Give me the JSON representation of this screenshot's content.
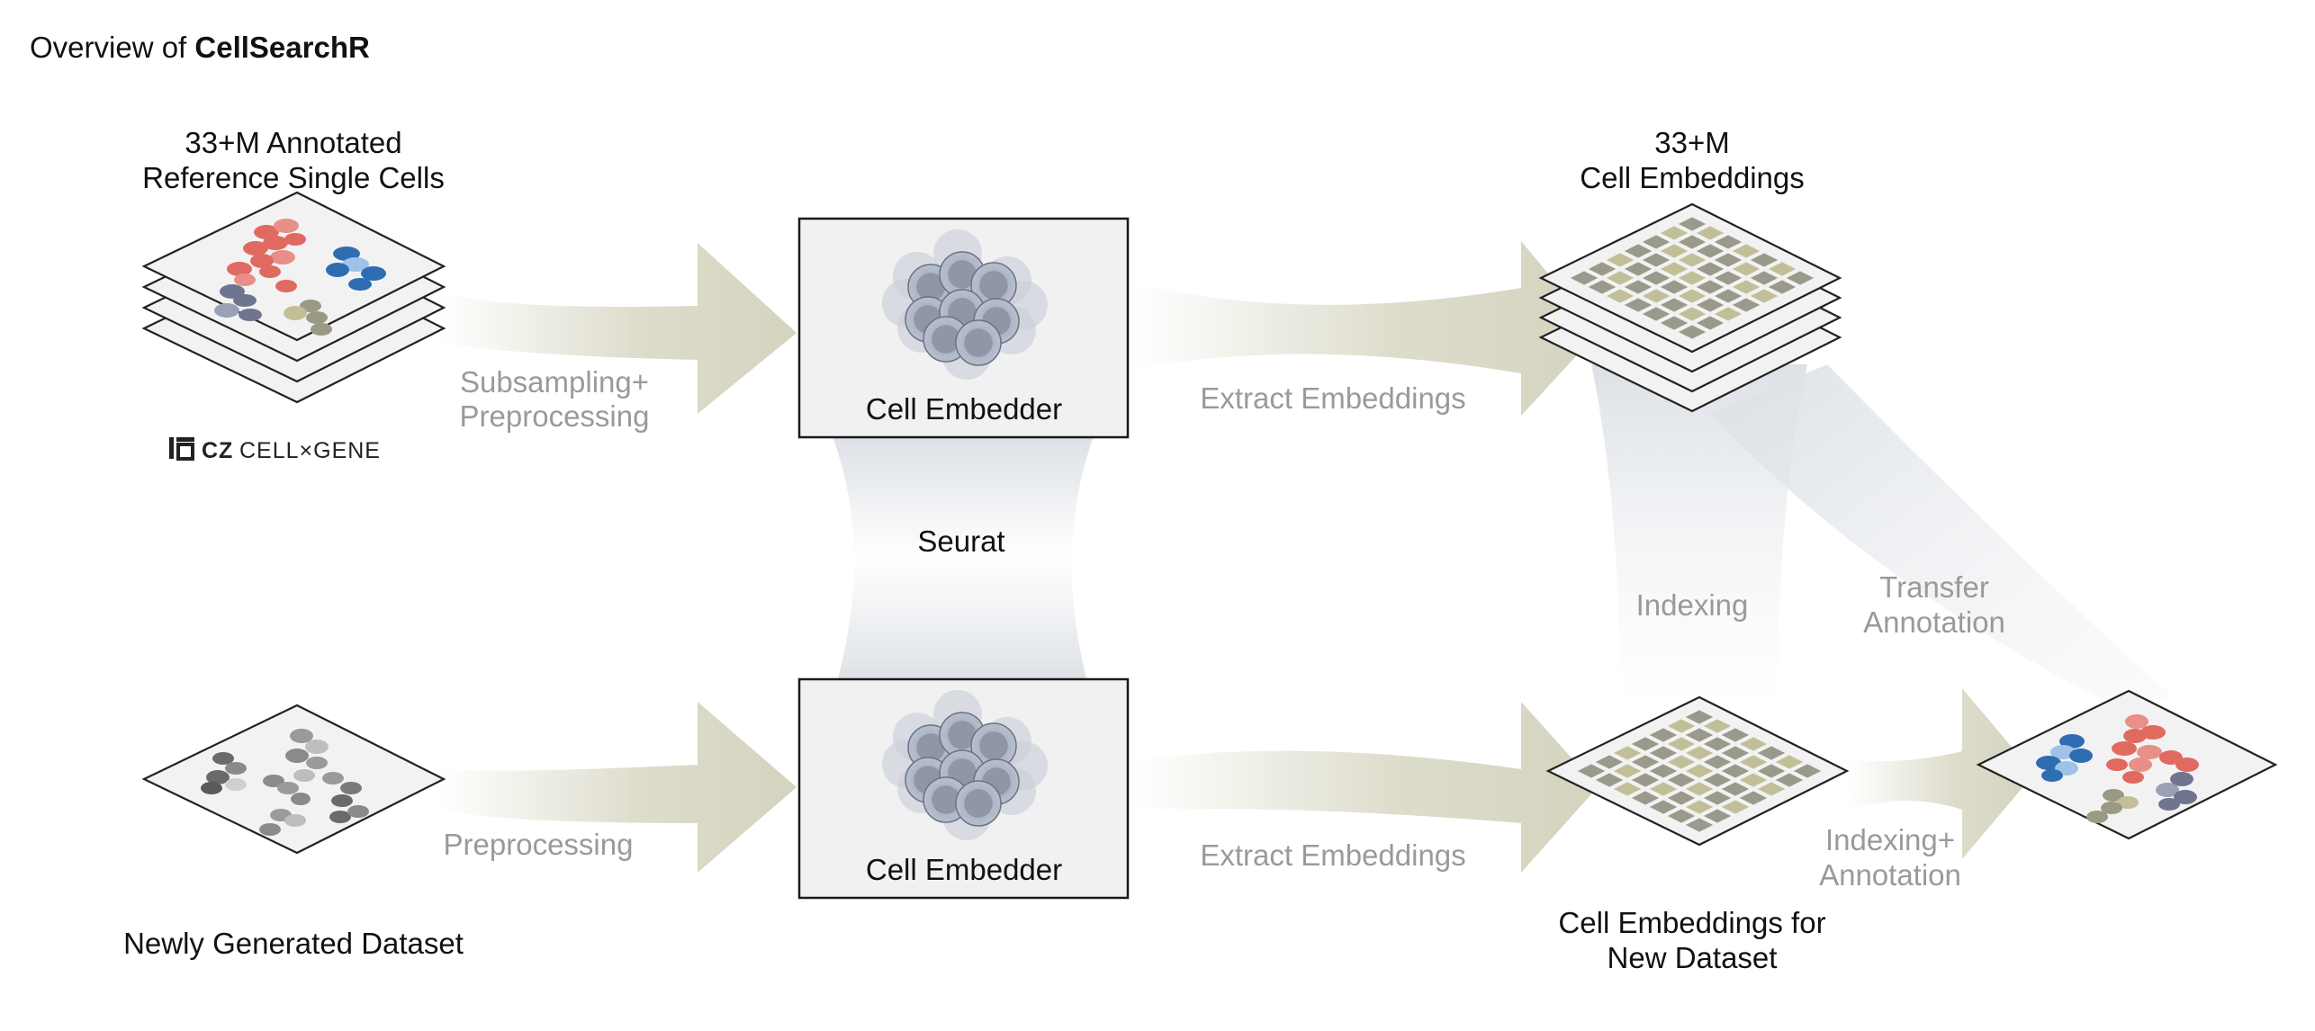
{
  "title": {
    "prefix": "Overview of ",
    "name": "CellSearchR"
  },
  "reference": {
    "line1": "33+M Annotated",
    "line2": "Reference Single Cells",
    "logo_prefix": "CZ",
    "logo_text": "CELL×GENE"
  },
  "new_dataset": {
    "label": "Newly Generated Dataset"
  },
  "flows": {
    "subsampling_line1": "Subsampling+",
    "subsampling_line2": "Preprocessing",
    "preprocessing": "Preprocessing",
    "extract_top": "Extract Embeddings",
    "extract_bottom": "Extract Embeddings",
    "indexing": "Indexing",
    "transfer_line1": "Transfer",
    "transfer_line2": "Annotation",
    "indexing_ann_line1": "Indexing+",
    "indexing_ann_line2": "Annotation"
  },
  "embedder": {
    "top_label": "Cell Embedder",
    "bottom_label": "Cell Embedder",
    "bridge_label": "Seurat"
  },
  "embeddings": {
    "top_line1": "33+M",
    "top_line2": "Cell Embeddings",
    "bottom_line1": "Cell Embeddings for",
    "bottom_line2": "New Dataset"
  },
  "colors": {
    "arrow": "#d8d7c4",
    "bridge": "#dfe3e8",
    "cell_fill": "#8f97a8",
    "cell_light": "#c4c9d6",
    "grid_olive": "#c2bf98",
    "grid_gray": "#9a9a8c",
    "red_cluster": "#e06a60",
    "blue_cluster": "#2f6db3"
  }
}
